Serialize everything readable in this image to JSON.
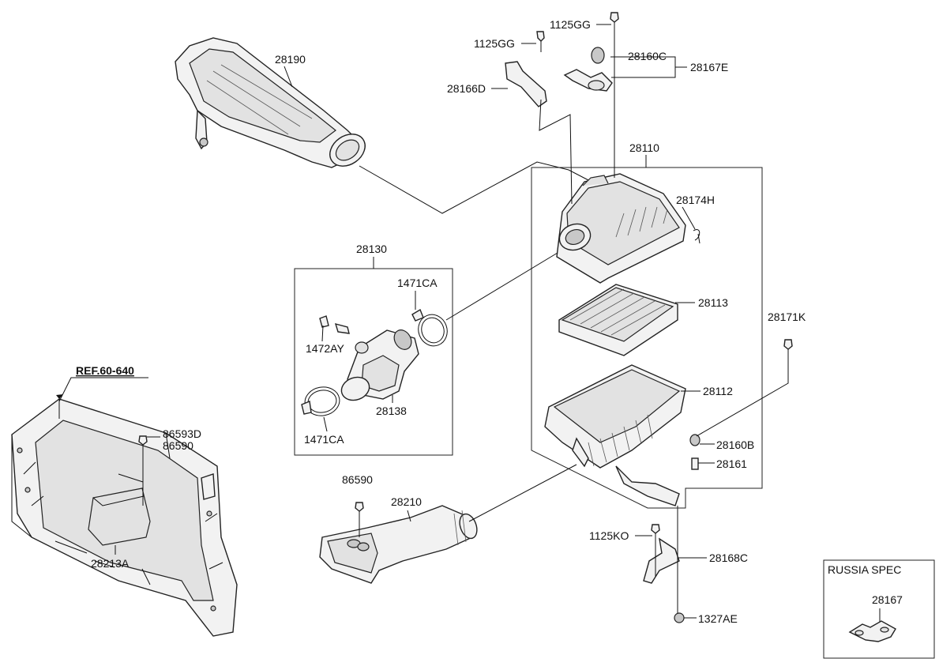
{
  "labels": {
    "p28190": "28190",
    "p1125gg_a": "1125GG",
    "p1125gg_b": "1125GG",
    "p28160c": "28160C",
    "p28167e": "28167E",
    "p28166d": "28166D",
    "p28110": "28110",
    "p28174h": "28174H",
    "p28130": "28130",
    "p1471ca_a": "1471CA",
    "p1472ay": "1472AY",
    "p28138": "28138",
    "p1471ca_b": "1471CA",
    "p28113": "28113",
    "p28171k": "28171K",
    "p28112": "28112",
    "p28160b": "28160B",
    "p28161": "28161",
    "ref": "REF.60-640",
    "p86593d": "86593D",
    "p86590_a": "86590",
    "p86590_b": "86590",
    "p28210": "28210",
    "p28213a": "28213A",
    "p1125ko": "1125KO",
    "p28168c": "28168C",
    "p1327ae": "1327AE"
  },
  "russia_spec": {
    "title": "RUSSIA SPEC",
    "part": "28167"
  }
}
